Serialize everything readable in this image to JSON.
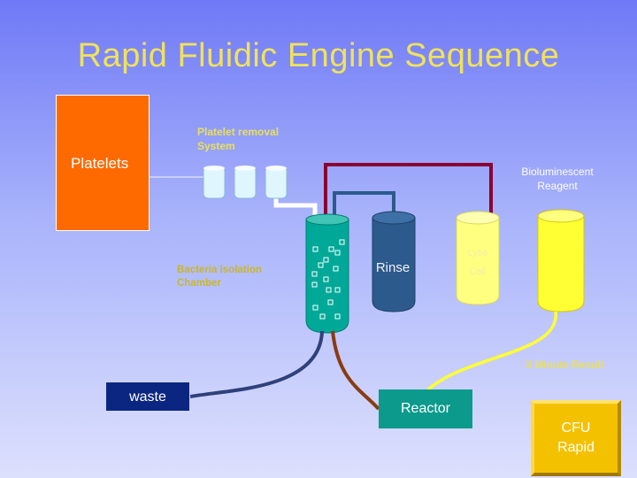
{
  "title": "Rapid Fluidic Engine  Sequence",
  "labels": {
    "platelets": "Platelets",
    "platelet_removal_line1": "Platelet removal",
    "platelet_removal_line2": "System",
    "bioluminescent_line1": "Bioluminescent",
    "bioluminescent_line2": "Reagent",
    "bacteria_line1": "Bacteria Isolation",
    "bacteria_line2": "Chamber",
    "rinse": "Rinse",
    "lyse_line1": "Lyse",
    "lyse_line2": "Cell",
    "result": "3 Minute Result",
    "waste": "waste",
    "reactor": "Reactor",
    "cfu_line1": "CFU",
    "cfu_line2": "Rapid"
  },
  "colors": {
    "platelets_box": "#ff6a00",
    "title": "#f0e25a",
    "rinse_cylinder": "#2c5a8c",
    "lyse_cylinder": "#ffff80",
    "reagent_cylinder": "#ffff33",
    "chamber": "#00a898",
    "pipe_red": "#8b0033",
    "pipe_blue": "#2c5a8c",
    "pipe_brown": "#8b3a10",
    "pipe_navy": "#30407a",
    "waste_box": "#0a2680",
    "reactor_box": "#0b9a8c",
    "cfu_box": "#f4c100"
  }
}
